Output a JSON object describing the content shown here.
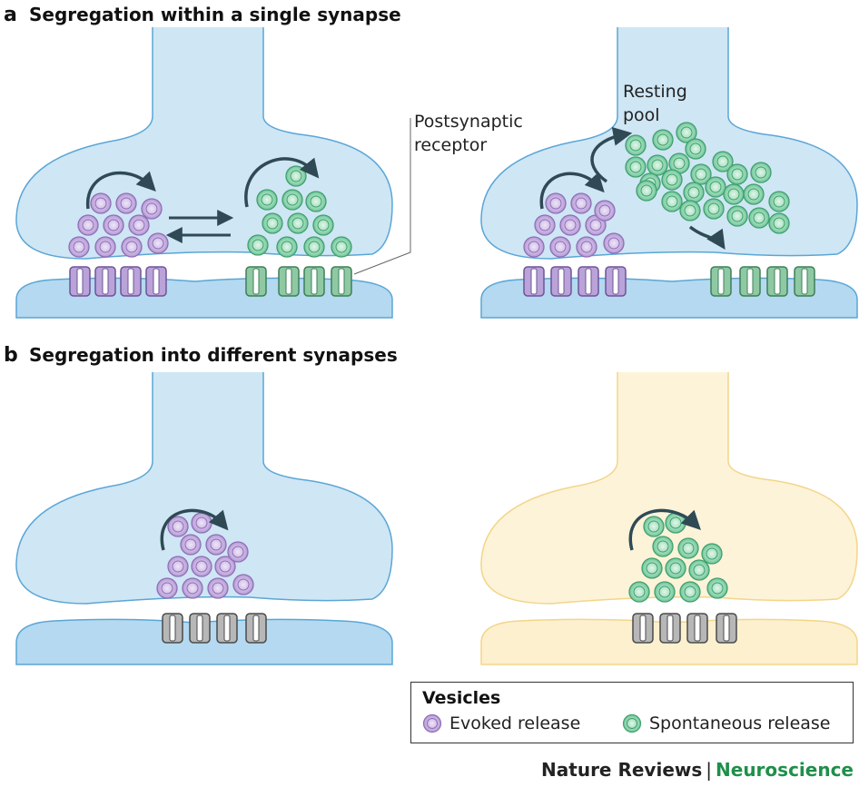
{
  "panel_a": {
    "label": "a",
    "title": "Segregation within a single synapse",
    "annotation_receptor_line1": "Postsynaptic",
    "annotation_receptor_line2": "receptor",
    "annotation_pool_line1": "Resting",
    "annotation_pool_line2": "pool"
  },
  "panel_b": {
    "label": "b",
    "title": "Segregation into different synapses"
  },
  "legend": {
    "title": "Vesicles",
    "evoked_label": "Evoked release",
    "spontaneous_label": "Spontaneous release"
  },
  "credit": {
    "publisher": "Nature Reviews",
    "separator": "|",
    "journal": "Neuroscience"
  },
  "colors": {
    "terminal_blue_fill": "#cfe6f5",
    "terminal_blue_stroke": "#5aa6d6",
    "terminal_yellow_fill": "#fdf3d8",
    "terminal_yellow_stroke": "#f3d58a",
    "post_blue_fill": "#b4d9f0",
    "post_yellow_fill": "#fdf0cf",
    "evoked_vesicle": "#b59ad3",
    "spontaneous_vesicle": "#6fc59a",
    "evoked_receptor": "#9e82c4",
    "spontaneous_receptor": "#72b58d",
    "neutral_receptor": "#9a9a9a",
    "arrow": "#2f4a55",
    "journal_green": "#1f8f4a"
  }
}
